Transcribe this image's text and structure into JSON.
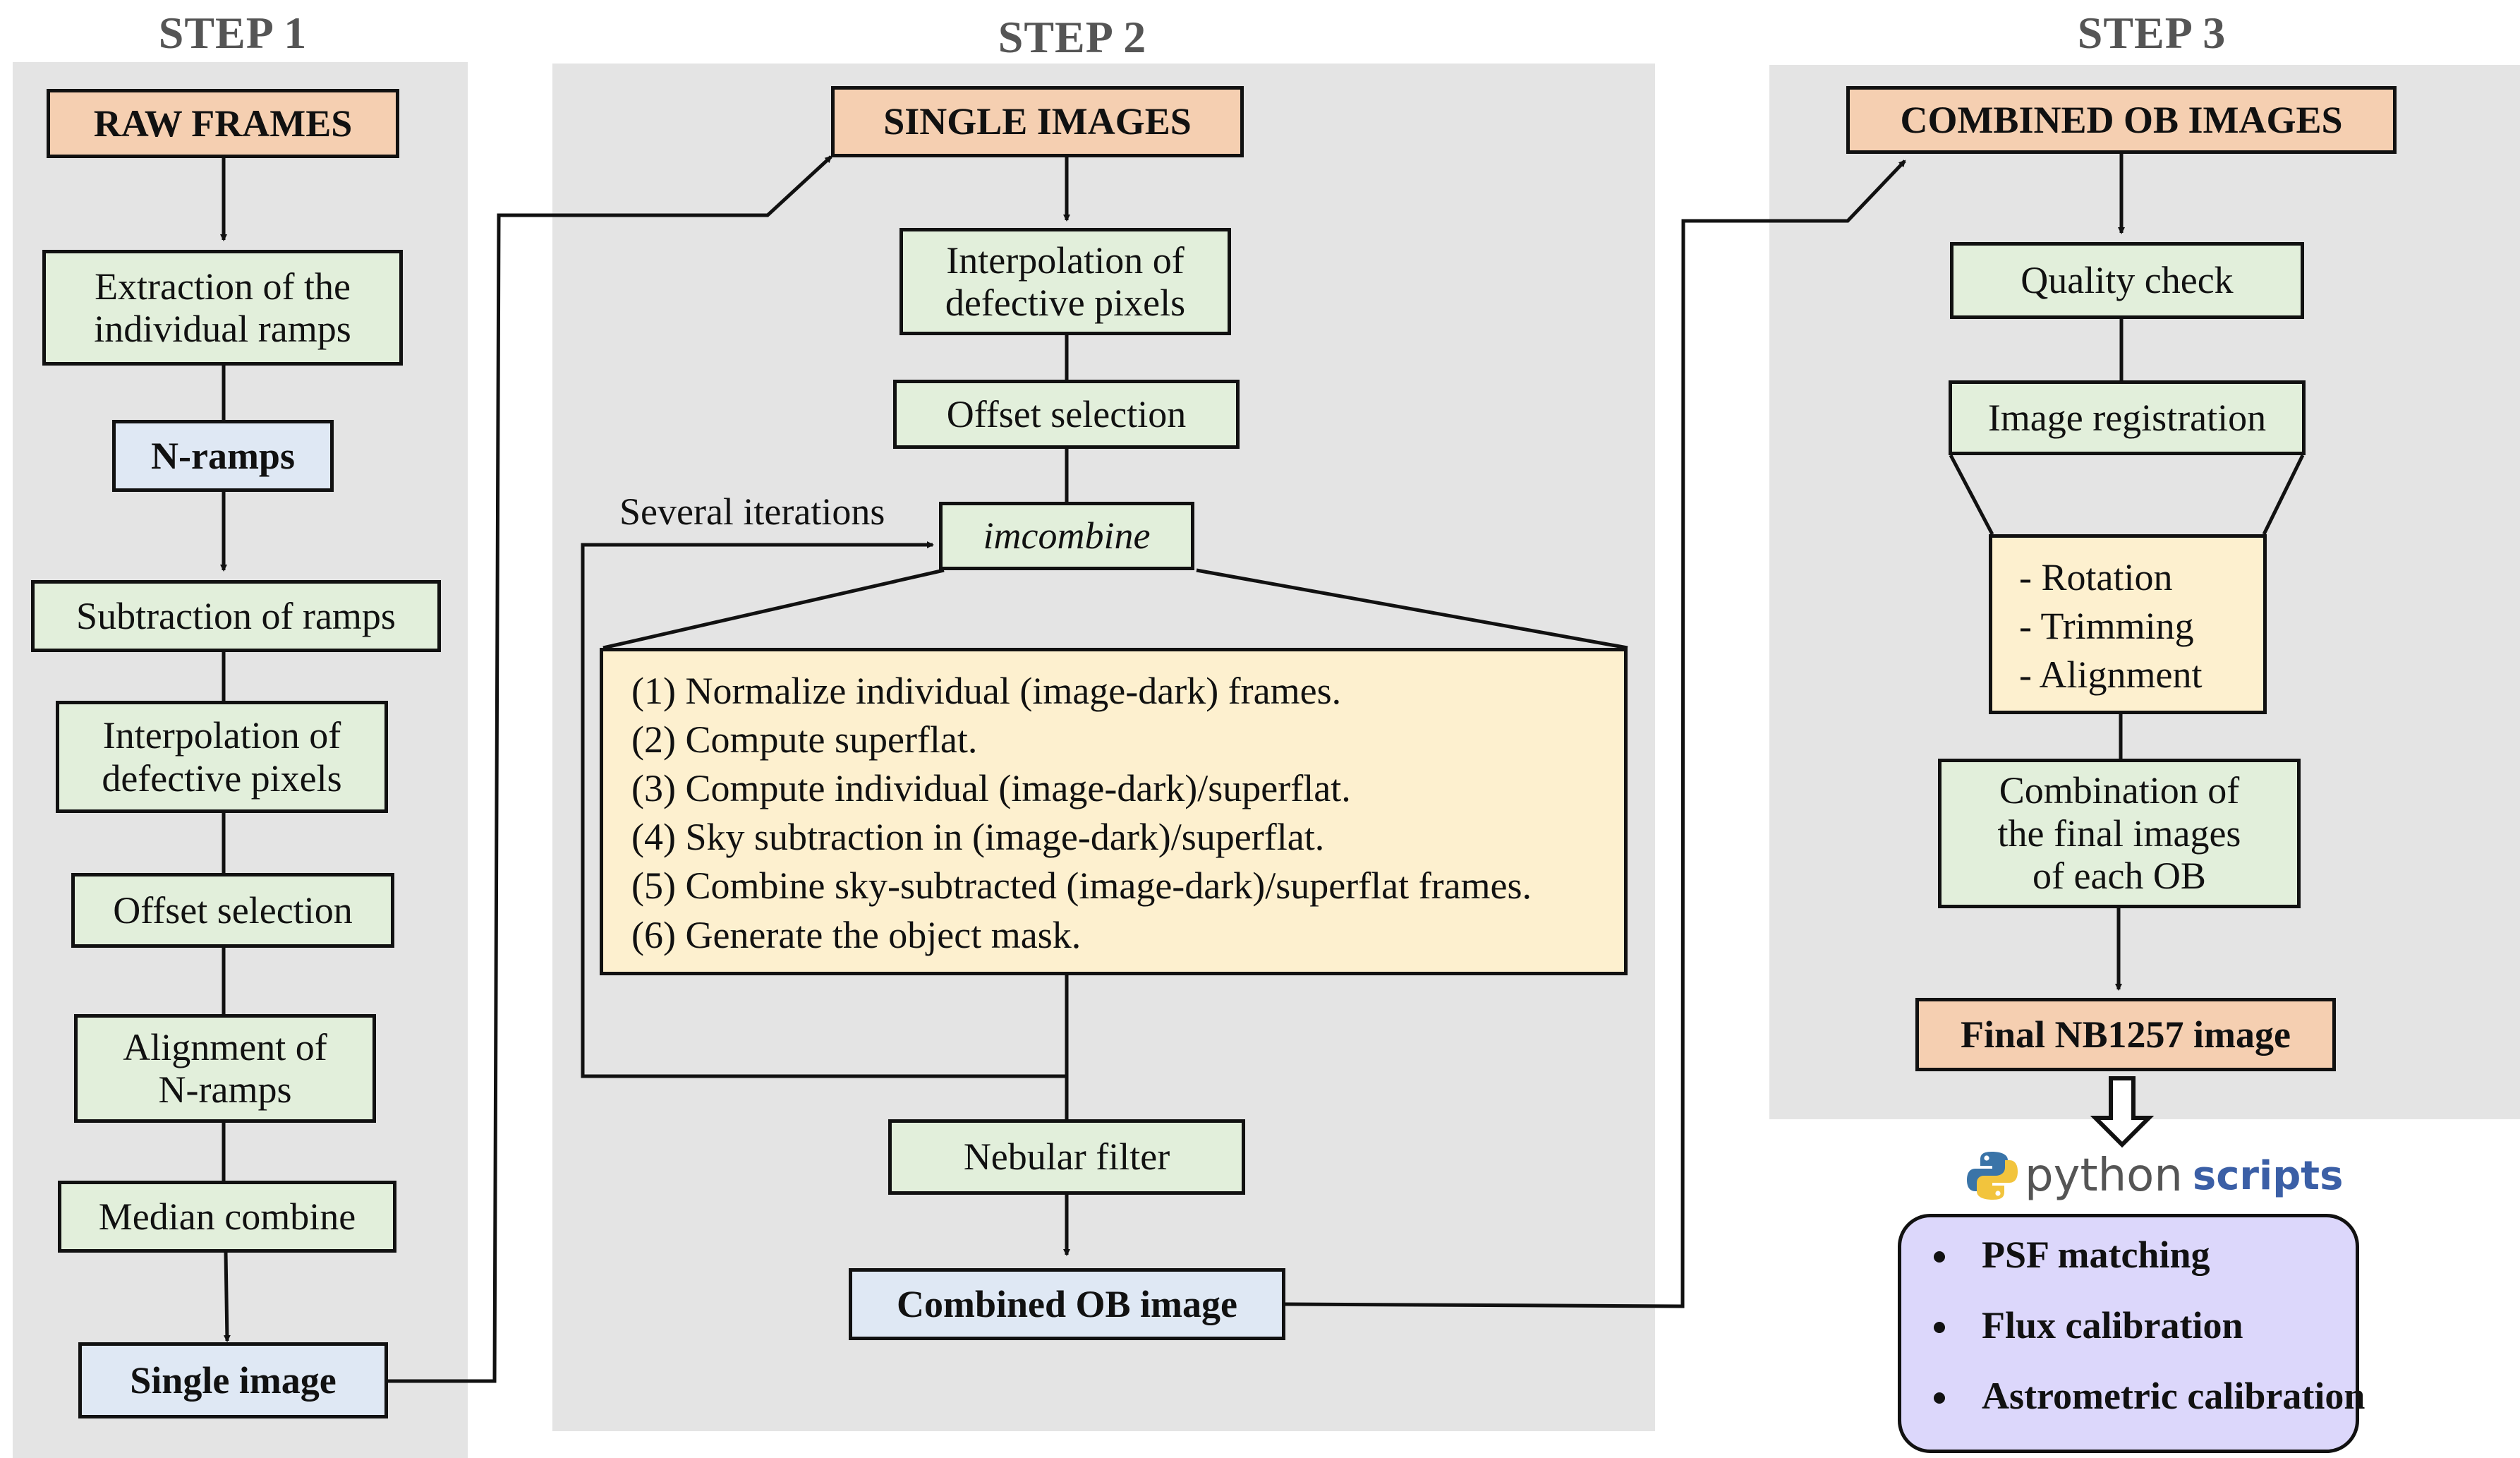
{
  "steps": {
    "step1": "STEP 1",
    "step2": "STEP 2",
    "step3": "STEP 3"
  },
  "step1": {
    "raw_frames": "RAW FRAMES",
    "extraction": [
      "Extraction of  the",
      "individual ramps"
    ],
    "n_ramps": "N-ramps",
    "subtraction": "Subtraction of ramps",
    "interpolation": [
      "Interpolation of",
      "defective pixels"
    ],
    "offset": "Offset selection",
    "alignment": [
      "Alignment of",
      "N-ramps"
    ],
    "median": "Median combine",
    "single_image": "Single image"
  },
  "step2": {
    "single_images": "SINGLE IMAGES",
    "interpolation": [
      "Interpolation of",
      "defective pixels"
    ],
    "offset": "Offset selection",
    "imcombine": "imcombine",
    "iterations": "Several iterations",
    "details": [
      "(1) Normalize individual (image-dark) frames.",
      "(2) Compute superflat.",
      "(3) Compute individual (image-dark)/superflat.",
      "(4) Sky subtraction in (image-dark)/superflat.",
      "(5) Combine sky-subtracted (image-dark)/superflat frames.",
      "(6) Generate the object mask."
    ],
    "nebular": "Nebular filter",
    "combined": "Combined OB image"
  },
  "step3": {
    "combined_images": "COMBINED OB IMAGES",
    "quality": "Quality check",
    "registration": "Image registration",
    "reg_items": [
      "- Rotation",
      "- Trimming",
      "- Alignment"
    ],
    "combination": [
      "Combination of",
      "the final images",
      "of each OB"
    ],
    "final": "Final NB1257 image"
  },
  "python": {
    "word1": "python",
    "word2": "scripts",
    "items": [
      "PSF matching",
      "Flux calibration",
      "Astrometric calibration"
    ]
  },
  "colors": {
    "panel": "#e4e4e4",
    "orange": "#f5cfb1",
    "green": "#e2efdb",
    "blue": "#dfe8f4",
    "yellow": "#fdf0cf",
    "purple": "#dcd7fb"
  }
}
